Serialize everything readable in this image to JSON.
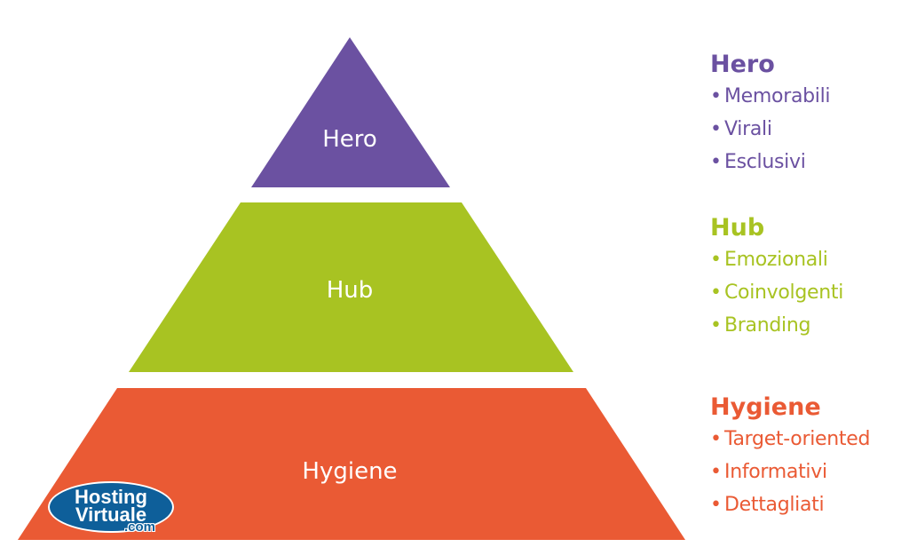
{
  "colors": {
    "hero": "#6b51a1",
    "hub": "#a8c322",
    "hygiene": "#ea5a34",
    "logo": "#0e5f9a"
  },
  "pyramid": {
    "hero_label": "Hero",
    "hub_label": "Hub",
    "hygiene_label": "Hygiene"
  },
  "legend": {
    "hero": {
      "title": "Hero",
      "items": [
        "Memorabili",
        "Virali",
        "Esclusivi"
      ]
    },
    "hub": {
      "title": "Hub",
      "items": [
        "Emozionali",
        "Coinvolgenti",
        "Branding"
      ]
    },
    "hygiene": {
      "title": "Hygiene",
      "items": [
        "Target-oriented",
        "Informativi",
        "Dettagliati"
      ]
    }
  },
  "logo": {
    "line1": "Hosting",
    "line2": "Virtuale",
    "line3": ".com"
  }
}
